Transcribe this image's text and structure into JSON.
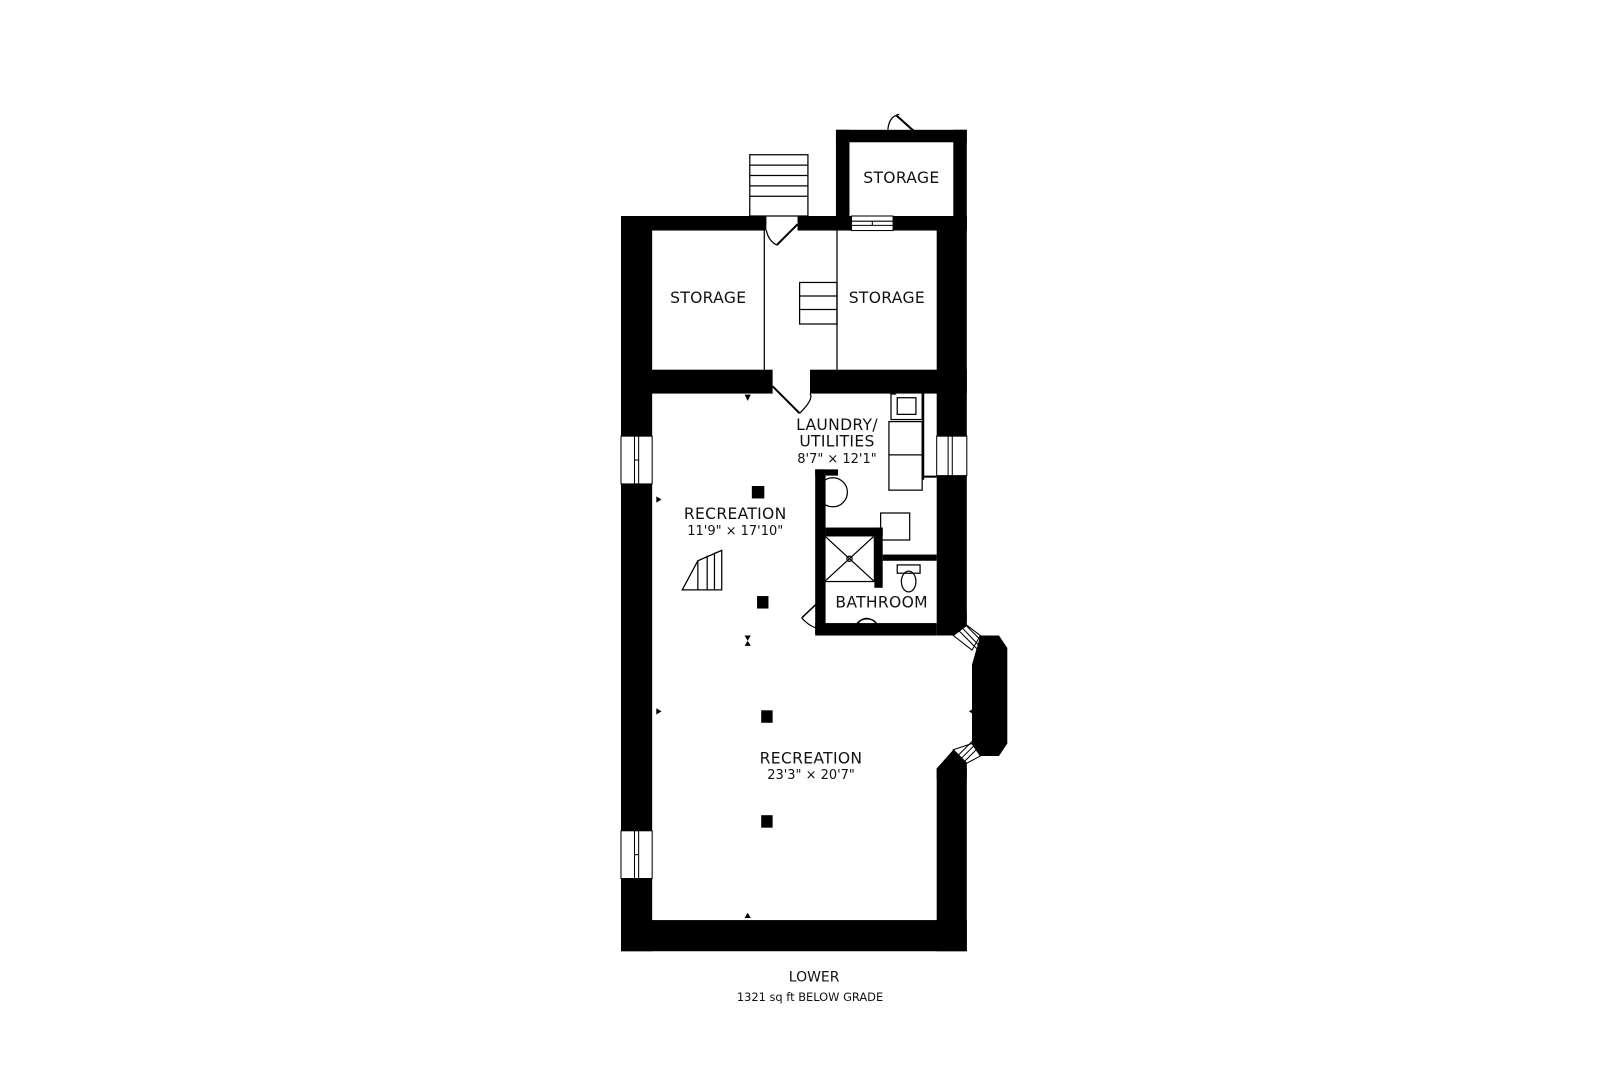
{
  "floor_plan": {
    "level_name": "LOWER",
    "area_caption": "1321 sq ft BELOW GRADE",
    "rooms": [
      {
        "id": "storage-top-right",
        "name": "STORAGE",
        "dimensions": ""
      },
      {
        "id": "storage-left",
        "name": "STORAGE",
        "dimensions": ""
      },
      {
        "id": "storage-right",
        "name": "STORAGE",
        "dimensions": ""
      },
      {
        "id": "laundry-utilities",
        "name_line1": "LAUNDRY/",
        "name_line2": "UTILITIES",
        "dimensions": "8'7\" × 12'1\""
      },
      {
        "id": "recreation-upper",
        "name": "RECREATION",
        "dimensions": "11'9\" × 17'10\""
      },
      {
        "id": "bathroom",
        "name": "BATHROOM",
        "dimensions": ""
      },
      {
        "id": "recreation-lower",
        "name": "RECREATION",
        "dimensions": "23'3\" × 20'7\""
      }
    ],
    "colors": {
      "wall": "#000000",
      "background": "#ffffff",
      "line": "#111111"
    }
  }
}
